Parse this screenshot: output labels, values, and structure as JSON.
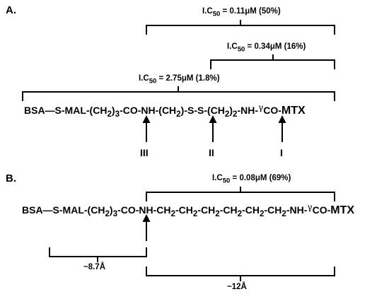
{
  "panel_a": {
    "label": "A.",
    "ic50_top": {
      "prefix": "I.C",
      "sub": "50",
      "value": " = 0.11μM (50%)"
    },
    "ic50_mid": {
      "prefix": "I.C",
      "sub": "50",
      "value": " = 0.34μM (16%)"
    },
    "ic50_low": {
      "prefix": "I.C",
      "sub": "50",
      "value": " = 2.75μM (1.8%)"
    },
    "chain": {
      "p1": "BSA—S-MAL-(CH",
      "s1": "2",
      "p2": ")",
      "s2": "3",
      "p3": "-CO-NH-(CH",
      "s3": "2",
      "p4": ")-S-S-(CH",
      "s4": "2",
      "p5": ")",
      "s5": "2",
      "p6": "-NH-",
      "gamma": "γ",
      "p7": "CO-",
      "tail": "MTX"
    },
    "sites": {
      "iii": "III",
      "ii": "II",
      "i": "I"
    }
  },
  "panel_b": {
    "label": "B.",
    "ic50": {
      "prefix": "I.C",
      "sub": "50",
      "value": " = 0.08μM (69%)"
    },
    "chain": {
      "p1": "BSA—S-MAL-(CH",
      "s1": "2",
      "p2": ")",
      "s2": "3",
      "p3": "-CO-NH-CH",
      "s3": "2",
      "p4": "-CH",
      "s4": "2",
      "p5": "-CH",
      "s5": "2",
      "p6": "-CH",
      "s6": "2",
      "p7": "-CH",
      "s7": "2",
      "p8": "-CH",
      "s8": "2",
      "p9": "-NH-",
      "gamma": "γ",
      "p10": "CO-",
      "tail": "MTX"
    },
    "dist_left": "~8.7Å",
    "dist_right": "~12Å"
  }
}
